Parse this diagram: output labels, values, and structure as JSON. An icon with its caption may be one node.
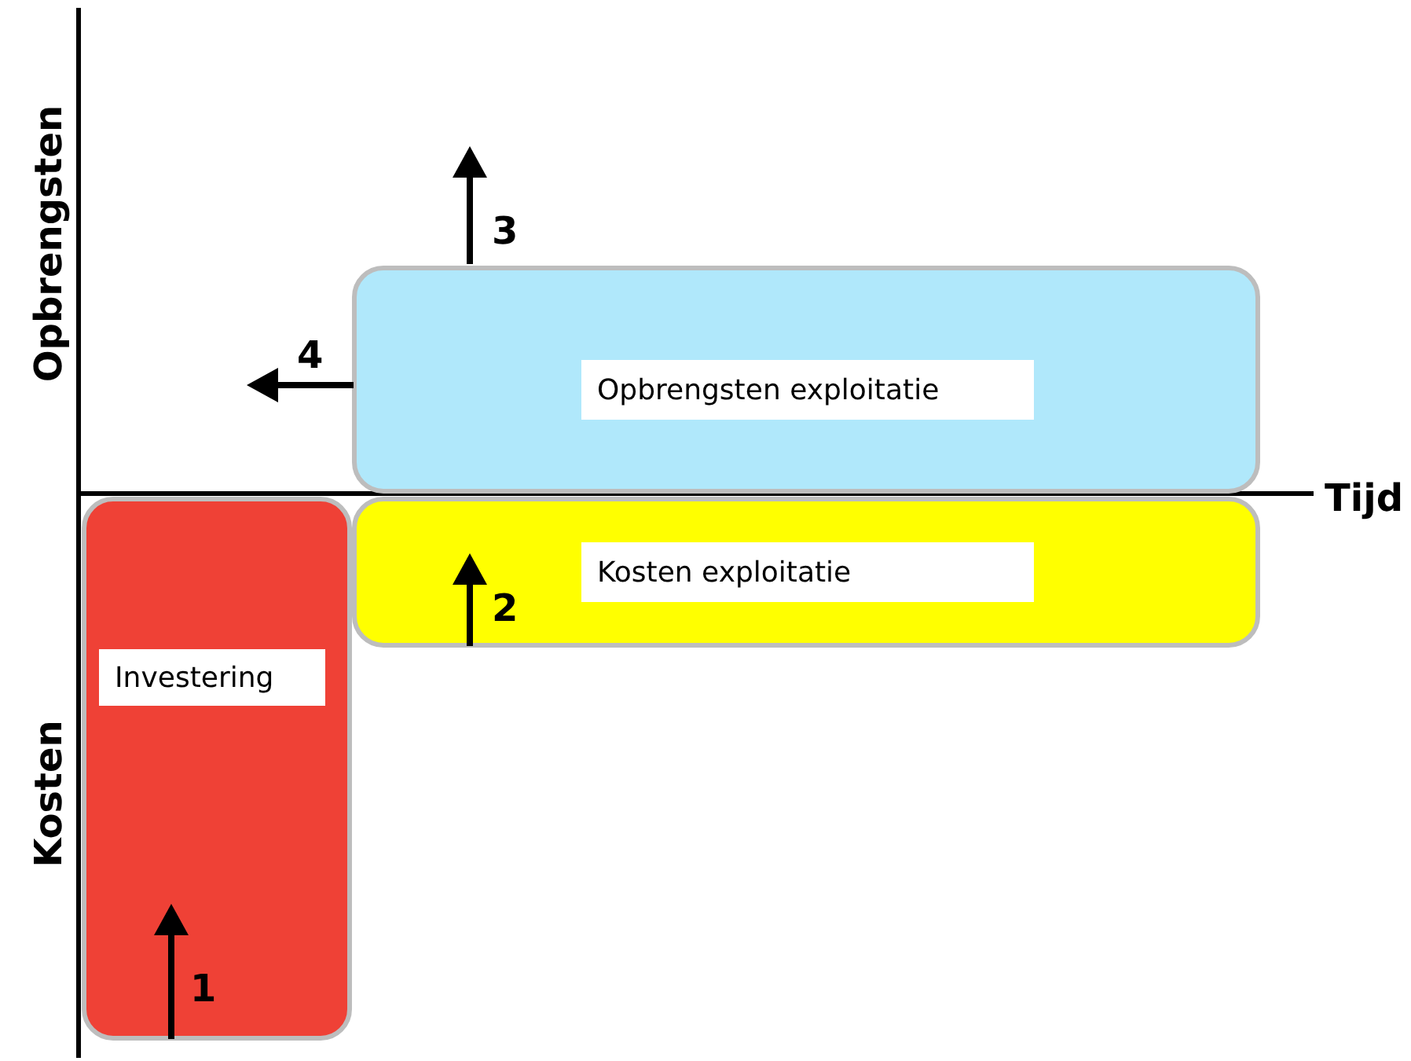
{
  "diagram": {
    "nodes": [
      {
        "text": [
          "Opbrengsten exploitatie"
        ]
      },
      {
        "text": [
          "Investering"
        ]
      },
      {
        "text": [
          "Kosten exploitatie"
        ]
      }
    ],
    "labels": [
      "Opbrengsten",
      "3",
      "4",
      "Tijd",
      "2",
      "Kosten",
      "1"
    ]
  }
}
